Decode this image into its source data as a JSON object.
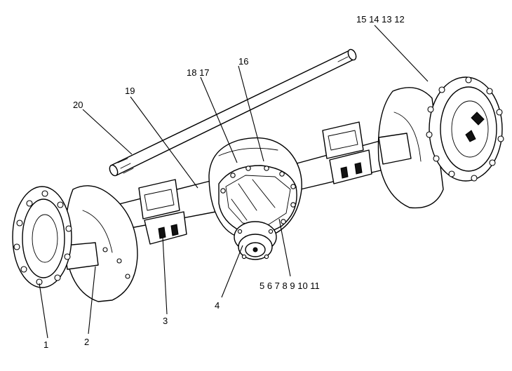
{
  "diagram": {
    "callouts": [
      {
        "id": "c1",
        "text": "1"
      },
      {
        "id": "c2",
        "text": "2"
      },
      {
        "id": "c3",
        "text": "3"
      },
      {
        "id": "c4",
        "text": "4"
      },
      {
        "id": "c5",
        "text": "5 6 7 8 9 10 11"
      },
      {
        "id": "c12",
        "text": "15 14 13 12"
      },
      {
        "id": "c16",
        "text": "16"
      },
      {
        "id": "c17",
        "text": "18 17"
      },
      {
        "id": "c19",
        "text": "19"
      },
      {
        "id": "c20",
        "text": "20"
      }
    ]
  }
}
